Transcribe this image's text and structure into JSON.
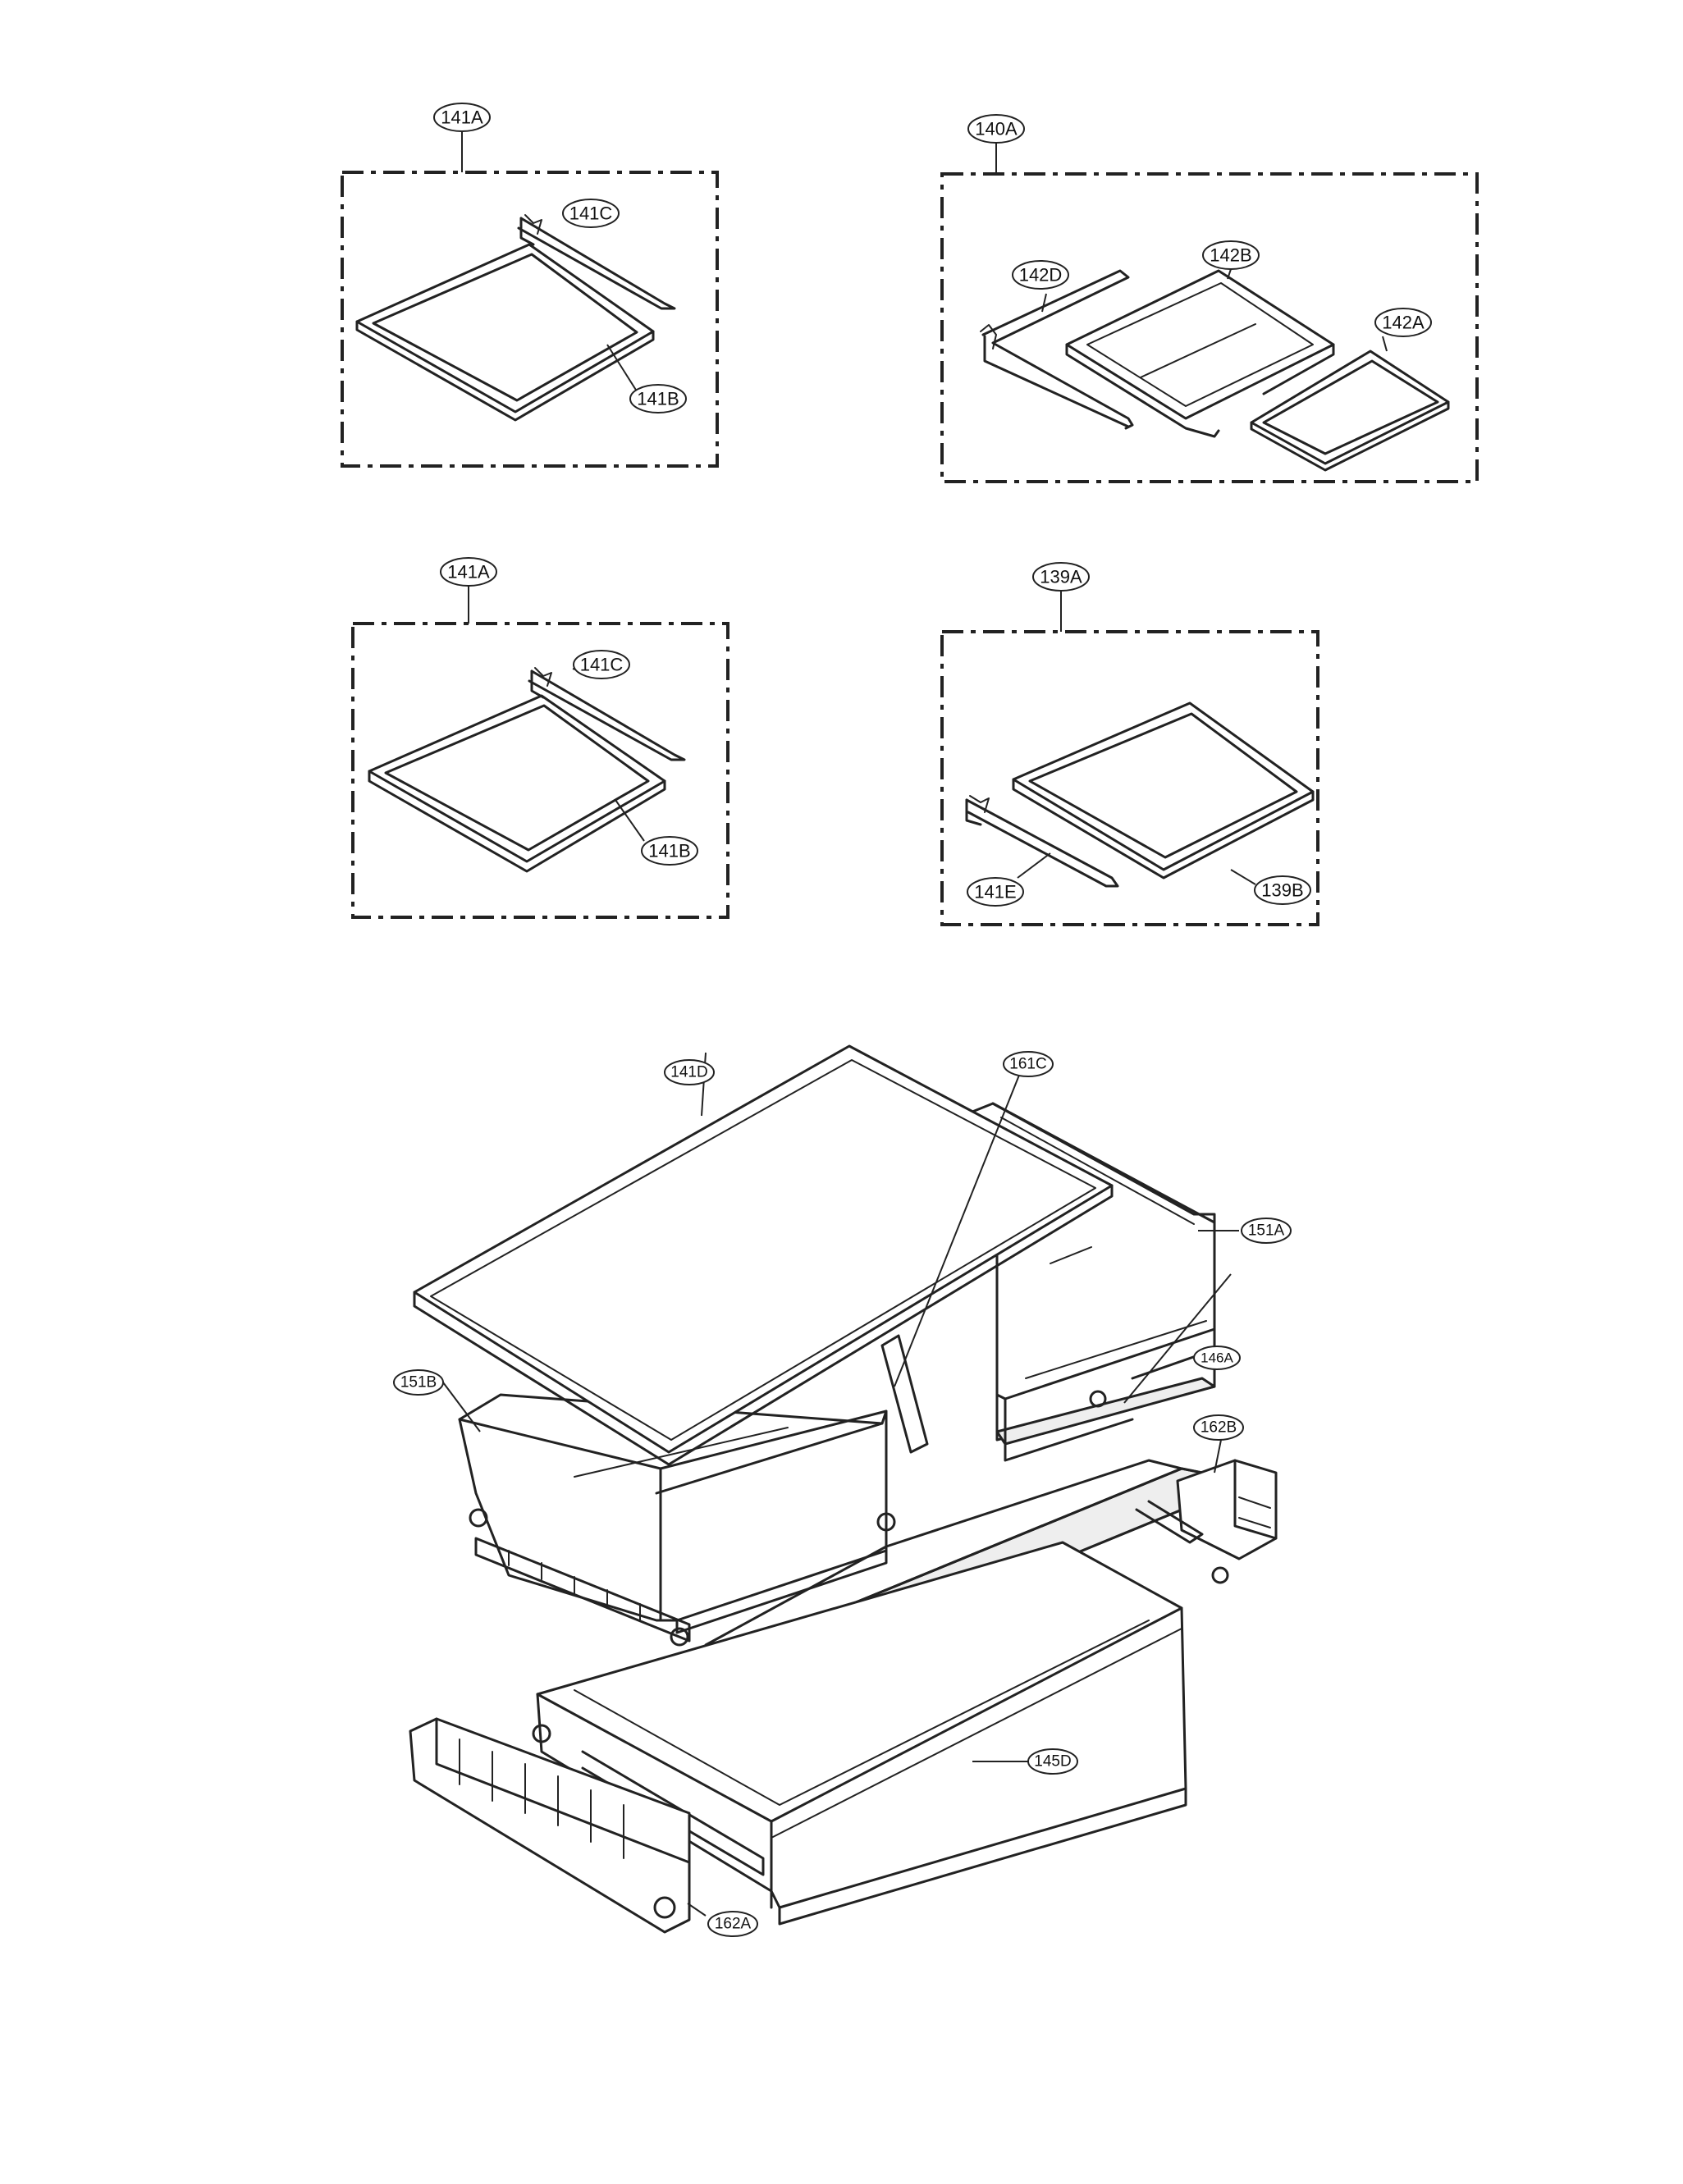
{
  "callouts": {
    "c141A_top": "141A",
    "c141C_top": "141C",
    "c141B_top": "141B",
    "c140A": "140A",
    "c142D": "142D",
    "c142B": "142B",
    "c142A": "142A",
    "c141A_mid": "141A",
    "c141C_mid": "141C",
    "c141B_mid": "141B",
    "c139A": "139A",
    "c141E": "141E",
    "c139B": "139B",
    "c141D": "141D",
    "c161C": "161C",
    "c151A": "151A",
    "c146A": "146A",
    "c151B": "151B",
    "c162B": "162B",
    "c145D": "145D",
    "c162A": "162A"
  }
}
